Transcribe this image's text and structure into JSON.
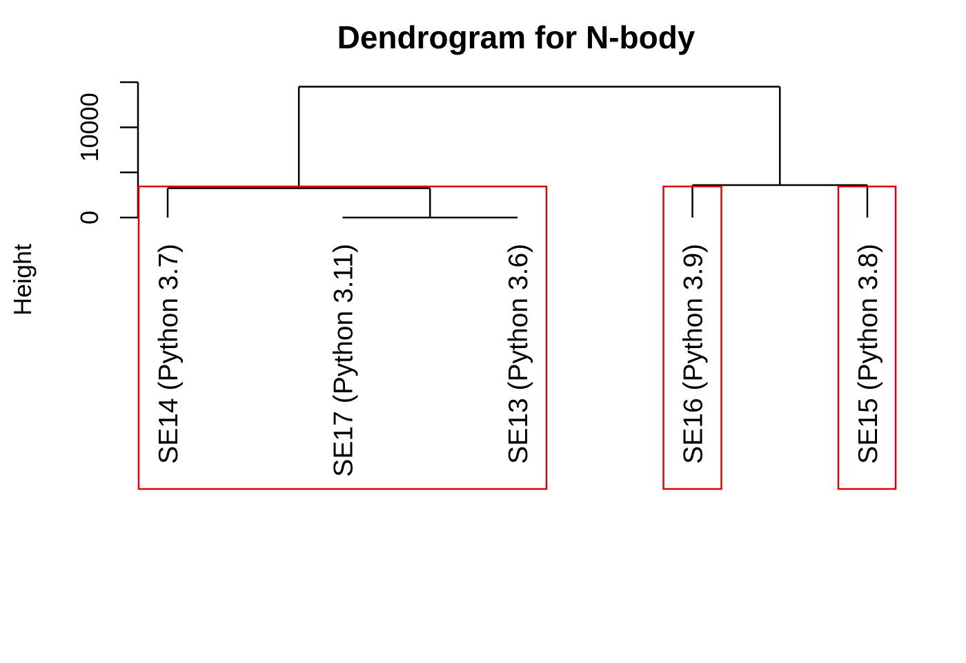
{
  "chart_data": {
    "type": "dendrogram",
    "title": "Dendrogram for N-body",
    "xlabel": "",
    "ylabel": "Height",
    "ylim": [
      0,
      15000
    ],
    "y_ticks": [
      0,
      5000,
      10000,
      15000
    ],
    "y_tick_labels": [
      "0",
      "",
      "10000",
      ""
    ],
    "grid": false,
    "leaves": [
      "SE14 (Python 3.7)",
      "SE17 (Python 3.11)",
      "SE13 (Python 3.6)",
      "SE16 (Python 3.9)",
      "SE15 (Python 3.8)"
    ],
    "merges": [
      {
        "left": "leaf:SE17 (Python 3.11)",
        "right": "leaf:SE13 (Python 3.6)",
        "height": 0
      },
      {
        "left": "leaf:SE14 (Python 3.7)",
        "right": "merge:0",
        "height": 3250
      },
      {
        "left": "leaf:SE16 (Python 3.9)",
        "right": "leaf:SE15 (Python 3.8)",
        "height": 3600
      },
      {
        "left": "merge:1",
        "right": "merge:2",
        "height": 14500
      }
    ],
    "cluster_rectangles": [
      {
        "leaves": [
          "SE14 (Python 3.7)",
          "SE17 (Python 3.11)",
          "SE13 (Python 3.6)"
        ],
        "color": "#e00000"
      },
      {
        "leaves": [
          "SE16 (Python 3.9)"
        ],
        "color": "#e00000"
      },
      {
        "leaves": [
          "SE15 (Python 3.8)"
        ],
        "color": "#e00000"
      }
    ]
  }
}
